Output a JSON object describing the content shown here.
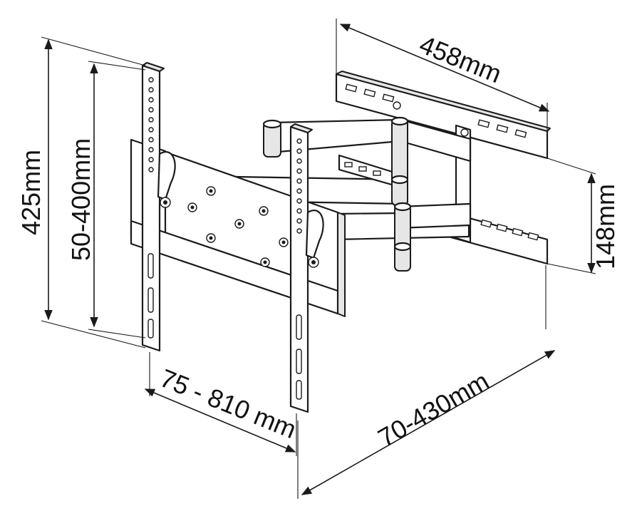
{
  "dimensions": {
    "total_height": "425mm",
    "vesa_vertical": "50-400mm",
    "vesa_horizontal": "75 - 810 mm",
    "wall_plate_width": "458mm",
    "wall_plate_height": "148mm",
    "extension": "70-430mm"
  },
  "colors": {
    "line": "#1a1a1a",
    "panel_fill": "#ffffff",
    "joint_fill": "#e6e6e6"
  }
}
